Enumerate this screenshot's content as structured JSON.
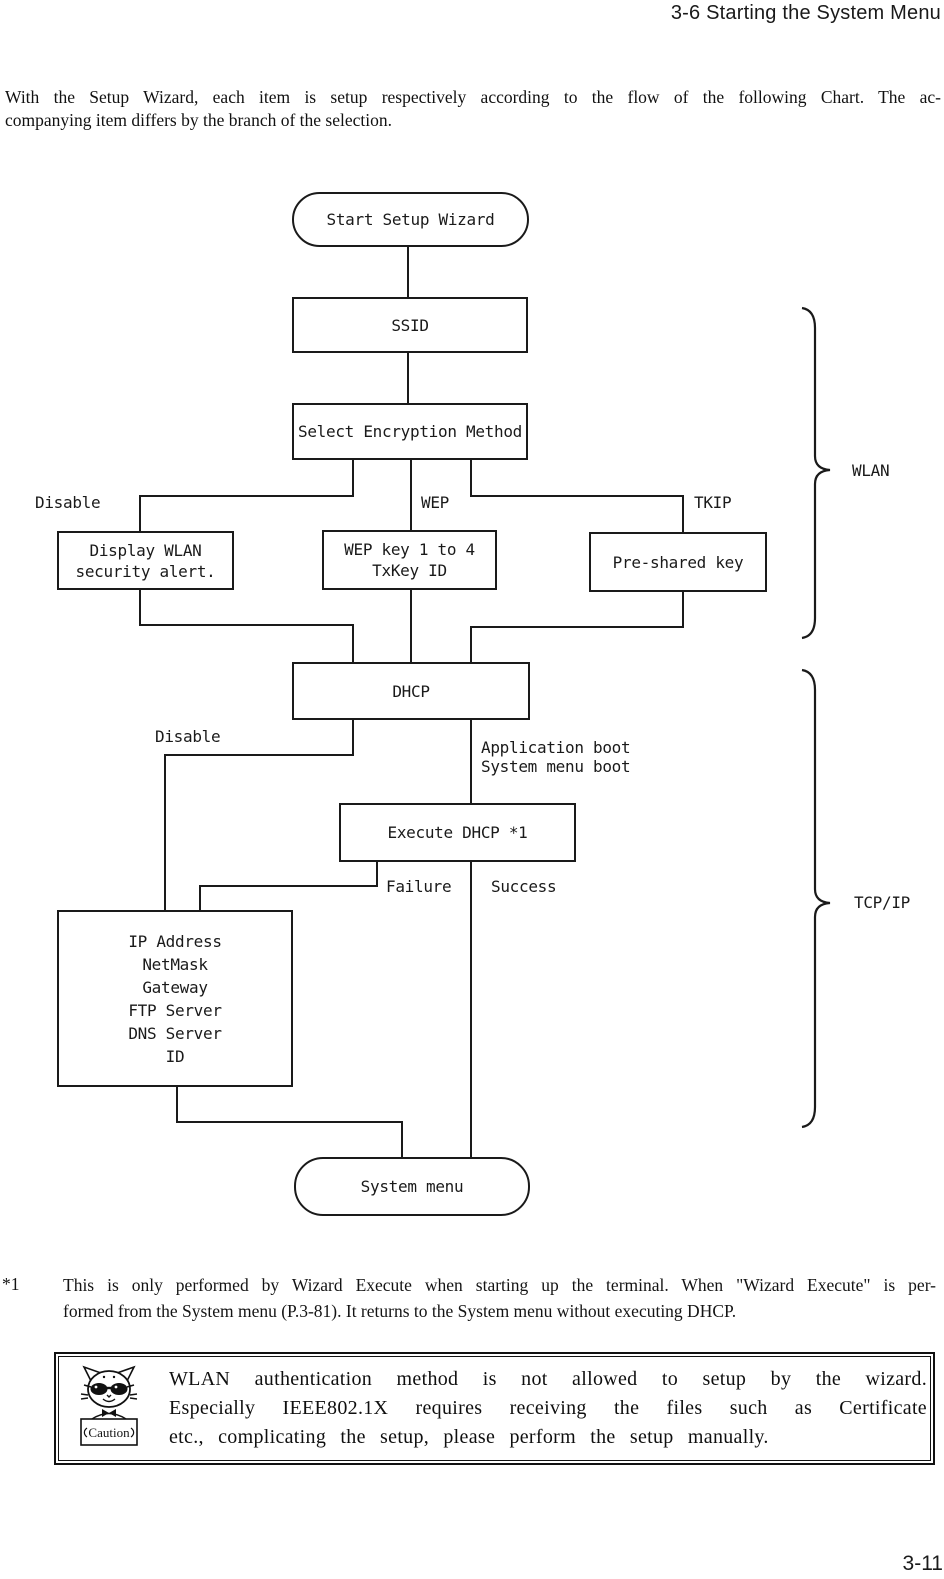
{
  "page": {
    "header": "3-6 Starting the System Menu",
    "page_number": "3-11"
  },
  "intro": {
    "line1": "With the Setup Wizard, each item is setup respectively according to the flow of the following Chart. The ac-",
    "line2": "companying item differs by the branch of the selection."
  },
  "flowchart": {
    "nodes": {
      "start": "Start Setup Wizard",
      "ssid": "SSID",
      "select_encryption": "Select Encryption Method",
      "display_wlan_line1": "Display WLAN",
      "display_wlan_line2": "security alert.",
      "wep_key_line1": "WEP key 1 to 4",
      "wep_key_line2": "TxKey ID",
      "pre_shared": "Pre-shared key",
      "dhcp": "DHCP",
      "execute_dhcp": "Execute DHCP *1",
      "ip_settings": [
        "IP Address",
        "NetMask",
        "Gateway",
        "FTP Server",
        "DNS Server",
        "ID"
      ],
      "system_menu": "System menu"
    },
    "labels": {
      "disable_top": "Disable",
      "wep": "WEP",
      "tkip": "TKIP",
      "disable_bottom": "Disable",
      "boot_line1": "Application boot",
      "boot_line2": "System menu boot",
      "failure": "Failure",
      "success": "Success",
      "wlan_group": "WLAN",
      "tcpip_group": "TCP/IP"
    },
    "ink_color": "#1a1a1a"
  },
  "footnote": {
    "marker": "*1",
    "line1": "This is only performed by Wizard Execute when starting up the terminal. When \"Wizard Execute\" is per-",
    "line2": "formed from the System menu (P.3-81). It returns to the System menu without executing DHCP."
  },
  "caution": {
    "icon_label": "Caution",
    "line1": "WLAN authentication method is not allowed to setup by the wizard.",
    "line2": "Especially IEEE802.1X requires receiving the files such as Certificate",
    "line3": "etc., complicating the setup, please perform the setup manually."
  }
}
